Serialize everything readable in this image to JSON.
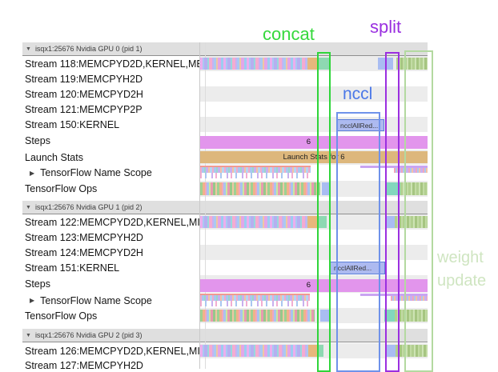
{
  "headers": [
    "isqx1:25676 Nvidia GPU 0 (pid 1)",
    "isqx1:25676 Nvidia GPU 1 (pid 2)",
    "isqx1:25676 Nvidia GPU 2 (pid 3)"
  ],
  "icons": {
    "collapse": "▼",
    "expand": "▶"
  },
  "rows": [
    {
      "label": "Stream 118:MEMCPYD2D,KERNEL,ME"
    },
    {
      "label": "Stream 119:MEMCPYH2D"
    },
    {
      "label": "Stream 120:MEMCPYD2H"
    },
    {
      "label": "Stream 121:MEMCPYP2P"
    },
    {
      "label": "Stream 150:KERNEL"
    },
    {
      "label": "Steps"
    },
    {
      "label": "Launch Stats"
    },
    {
      "label": "TensorFlow Name Scope"
    },
    {
      "label": "TensorFlow Ops"
    },
    {
      "label": "Stream 122:MEMCPYD2D,KERNEL,MI"
    },
    {
      "label": "Stream 123:MEMCPYH2D"
    },
    {
      "label": "Stream 124:MEMCPYD2H"
    },
    {
      "label": "Stream 151:KERNEL"
    },
    {
      "label": "Steps"
    },
    {
      "label": "TensorFlow Name Scope"
    },
    {
      "label": "TensorFlow Ops"
    },
    {
      "label": "Stream 126:MEMCPYD2D,KERNEL,MI"
    },
    {
      "label": "Stream 127:MEMCPYH2D"
    }
  ],
  "bars": {
    "steps_label": "6",
    "launch_label": "Launch Stats for 6",
    "nccl_label": "ncclAllRed..."
  },
  "annotations": {
    "concat": "concat",
    "split": "split",
    "nccl": "nccl",
    "weight_line1": "weight",
    "weight_line2": "update",
    "colors": {
      "concat": "#35d83c",
      "split": "#9a2fe0",
      "nccl": "#4b78e8",
      "weight_update": "#cfe5c1"
    }
  }
}
